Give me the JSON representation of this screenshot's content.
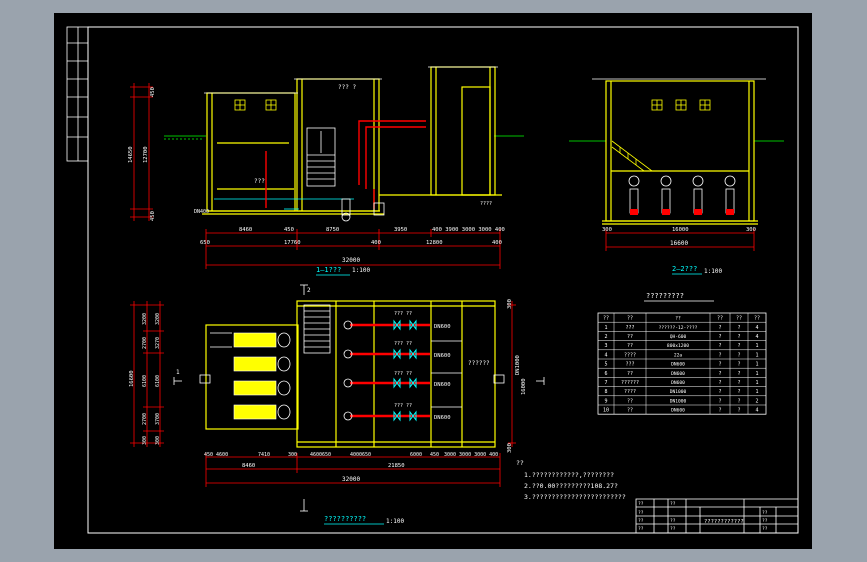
{
  "colors": {
    "frame": "#ffffff",
    "structure": "#ffff00",
    "dimension": "#ff0000",
    "pipe": "#ff0000",
    "equipment": "#ffffff",
    "water": "#00ffff",
    "grade": "#00ff00",
    "text": "#ffffff",
    "pump_body": "#ffff00"
  },
  "section_11": {
    "left_dims": [
      "450",
      "14650",
      "12700",
      "450"
    ],
    "label_a": "??? ?",
    "label_b": "???",
    "label_c": "DN400",
    "label_d": "????",
    "bottom_dims_row1": [
      "8460",
      "450",
      "8750",
      "3950",
      "400 3900 3000 3000 400"
    ],
    "bottom_dims_row2": [
      "650",
      "17760",
      "400",
      "12800",
      "400"
    ],
    "total": "32000",
    "title": "1—1???",
    "scale": "1:100"
  },
  "section_22": {
    "bottom_dims_row1": [
      "300",
      "16000",
      "300"
    ],
    "bottom_dims_row2": "16600",
    "title": "2—2???",
    "scale": "1:100"
  },
  "plan": {
    "left_dims_outer": "16600",
    "left_dims_mid": [
      "3200",
      "2700",
      "6100",
      "2700",
      "300"
    ],
    "left_dims_inner": [
      "3200",
      "3270",
      "6100",
      "3700",
      "300"
    ],
    "right_dim_top": "300",
    "right_dim_mid": "16000",
    "right_dim_bot": "300",
    "pipe_labels": [
      "??? ??",
      "??? ??",
      "??? ??",
      "??? ??"
    ],
    "dn_labels": [
      "DN600",
      "DN600",
      "DN600",
      "DN600"
    ],
    "right_pipe_label": "??????",
    "right_dn": "DN1000",
    "section_mark_1": "1",
    "section_mark_2": "2",
    "bottom_dims_row1": [
      "450 4600",
      "7410",
      "300",
      "4600650",
      "4000650",
      "6000",
      "450",
      "3000 3000 3000 400"
    ],
    "bottom_dims_row2": [
      "8460",
      "21850"
    ],
    "total": "32000",
    "title": "??????????",
    "scale": "1:100"
  },
  "equipment_table": {
    "title": "?????????",
    "headers": [
      "??",
      "??",
      "??",
      "??",
      "??",
      "??"
    ],
    "rows": [
      [
        "1",
        "???",
        "??????-12-????",
        "?",
        "?",
        "4"
      ],
      [
        "2",
        "??",
        "QH-600",
        "?",
        "?",
        "4"
      ],
      [
        "3",
        "??",
        "800x1200",
        "?",
        "?",
        "1"
      ],
      [
        "4",
        "????",
        "22a",
        "?",
        "?",
        "1"
      ],
      [
        "5",
        "???",
        "DN600",
        "?",
        "?",
        "1"
      ],
      [
        "6",
        "??",
        "DN600",
        "?",
        "?",
        "1"
      ],
      [
        "7",
        "??????",
        "DN600",
        "?",
        "?",
        "1"
      ],
      [
        "8",
        "????",
        "DN1000",
        "?",
        "?",
        "1"
      ],
      [
        "9",
        "??",
        "DN1000",
        "?",
        "?",
        "2"
      ],
      [
        "10",
        "??",
        "DN600",
        "?",
        "?",
        "4"
      ]
    ]
  },
  "notes": {
    "heading": "??",
    "lines": [
      "1.????????????,????????",
      "2.??0.00?????????108.27?",
      "3.????????????????????????"
    ]
  },
  "title_block": {
    "drawing_name": "????????????",
    "left_labels": [
      "??",
      "??",
      "??",
      "??"
    ],
    "mid_labels": [
      "??",
      "??",
      "??"
    ],
    "right_labels": [
      "??",
      "??",
      "??"
    ]
  },
  "left_strip": {
    "cells": [
      "",
      "",
      "",
      "",
      "",
      "",
      ""
    ]
  }
}
